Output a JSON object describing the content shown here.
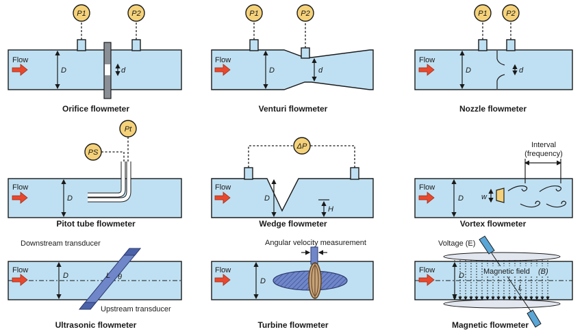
{
  "common": {
    "flow_label": "Flow",
    "p1": "P1",
    "p2": "P2",
    "pt": "Pt",
    "ps": "PS",
    "D": "D",
    "d": "d"
  },
  "captions": {
    "orifice": "Orifice flowmeter",
    "venturi": "Venturi flowmeter",
    "nozzle": "Nozzle flowmeter",
    "pitot": "Pitot tube flowmeter",
    "wedge": "Wedge flowmeter",
    "vortex": "Vortex flowmeter",
    "ultrasonic": "Ultrasonic flowmeter",
    "turbine": "Turbine flowmeter",
    "magnetic": "Magnetic flowmeter"
  },
  "wedge": {
    "delta_p": "ΔP",
    "h": "H"
  },
  "vortex": {
    "interval": "Interval",
    "frequency": "(frequency)",
    "w": "w"
  },
  "ultrasonic": {
    "downstream": "Downstream transducer",
    "upstream": "Upstream transducer",
    "L": "L",
    "theta": "θ"
  },
  "turbine": {
    "angular": "Angular velocity measurement"
  },
  "magnetic": {
    "voltage": "Voltage (E)",
    "field": "Magnetic field",
    "field_b": "(B)",
    "L": "L"
  },
  "colors": {
    "pipe": "#bfe0f2",
    "gauge": "#f5d27a",
    "arrow": "#e8492e",
    "rotor": "#c8a37a"
  }
}
